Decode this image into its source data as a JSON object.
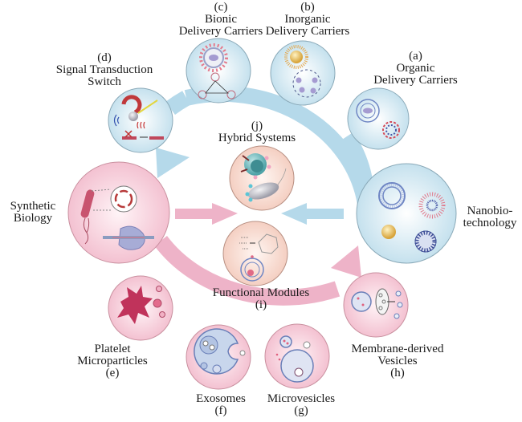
{
  "colors": {
    "blue_arc": "#b5d9ea",
    "pink_arc": "#eeb3c8",
    "blue_node_fill": "#d6ebf4",
    "blue_node_stroke": "#8aa9b8",
    "pink_node_fill": "#f6cedb",
    "pink_node_stroke": "#c9909f",
    "peach_node_fill": "#f7d9cf",
    "peach_node_stroke": "#b88f82",
    "text": "#1a1a1a"
  },
  "hubs": {
    "left": {
      "label_lines": [
        "Synthetic",
        "Biology"
      ],
      "icon": "bacterium-plasmid-crispr-icon"
    },
    "right": {
      "label_lines": [
        "Nanobio-",
        "technology"
      ],
      "icon": "nanoparticles-icon"
    }
  },
  "top_nodes": [
    {
      "id": "a",
      "tag": "(a)",
      "label_lines": [
        "Organic",
        "Delivery Carriers"
      ],
      "icon": "liposome-polymer-icon"
    },
    {
      "id": "b",
      "tag": "(b)",
      "label_lines": [
        "Inorganic",
        "Delivery Carriers"
      ],
      "icon": "gold-nanoparticle-framework-icon"
    },
    {
      "id": "c",
      "tag": "(c)",
      "label_lines": [
        "Bionic",
        "Delivery Carriers"
      ],
      "icon": "cell-membrane-dna-tetrahedron-icon"
    },
    {
      "id": "d",
      "tag": "(d)",
      "label_lines": [
        "Signal Transduction",
        "Switch"
      ],
      "icon": "magnet-light-heat-switch-icon"
    }
  ],
  "bottom_nodes": [
    {
      "id": "e",
      "tag": "(e)",
      "label_lines": [
        "Platelet",
        "Microparticles"
      ],
      "icon": "platelet-icon"
    },
    {
      "id": "f",
      "tag": "(f)",
      "label_lines": [
        "Exosomes"
      ],
      "icon": "exosome-icon"
    },
    {
      "id": "g",
      "tag": "(g)",
      "label_lines": [
        "Microvesicles"
      ],
      "icon": "microvesicle-icon"
    },
    {
      "id": "h",
      "tag": "(h)",
      "label_lines": [
        "Membrane-derived",
        "Vesicles"
      ],
      "icon": "membrane-extrusion-icon"
    }
  ],
  "center_nodes": [
    {
      "id": "j",
      "tag": "(j)",
      "label_lines": [
        "Hybrid Systems"
      ],
      "icon": "cell-bacterium-hybrid-icon"
    },
    {
      "id": "i",
      "tag": "(i)",
      "label_lines": [
        "Functional Modules"
      ],
      "icon": "dna-cage-membrane-pore-icon"
    }
  ],
  "arrows": [
    {
      "name": "blue-arc-arrow",
      "from": "Nanobiotechnology",
      "to": "Synthetic Biology",
      "via": "top"
    },
    {
      "name": "pink-arc-arrow",
      "from": "Synthetic Biology",
      "to": "Nanobiotechnology",
      "via": "bottom"
    },
    {
      "name": "pink-straight-arrow",
      "from": "Synthetic Biology",
      "to": "center"
    },
    {
      "name": "blue-straight-arrow",
      "from": "Nanobiotechnology",
      "to": "center"
    }
  ]
}
